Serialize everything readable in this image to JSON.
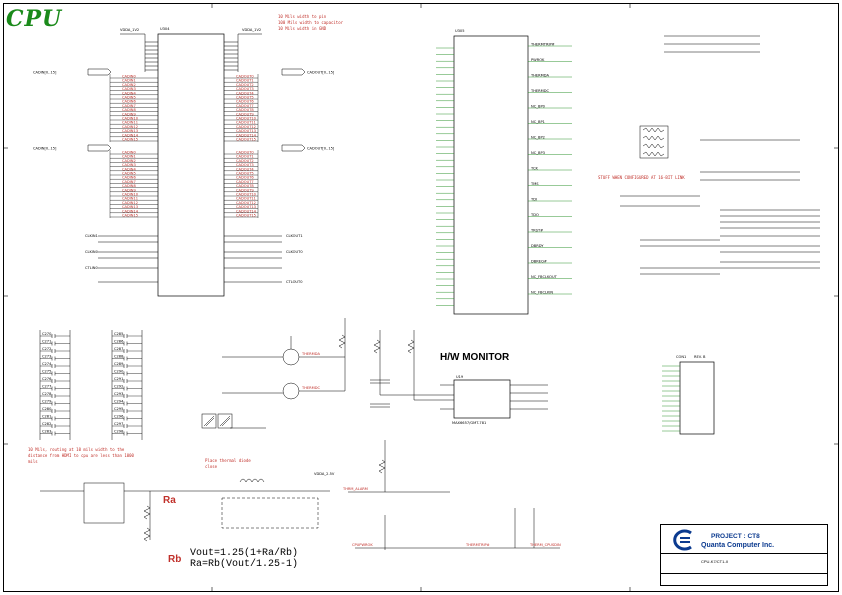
{
  "sheet_title": "CPU",
  "hw_monitor_title": "H/W MONITOR",
  "equations": [
    "Vout=1.25(1+Ra/Rb)",
    "Ra=Rb(Vout/1.25-1)"
  ],
  "resistor_labels": {
    "ra": "Ra",
    "rb": "Rb"
  },
  "title_block": {
    "project": "PROJECT : CT8",
    "company": "Quanta Computer Inc.",
    "sheet_name": "CPU-K7/CT1-II"
  },
  "ic_labels": {
    "cpu_left": "U304",
    "cpu_right": "U305",
    "hw_monitor": "U19",
    "hw_monitor_part": "MAX6657/GMT-781",
    "connector": "CON1",
    "connector_rev": "REV. B"
  },
  "nets": {
    "cadin_hi": "CADIN[0..15]",
    "cadin_lo": "CADIN[0..15]",
    "cadout_hi": "CADOUT[0..15]",
    "cadout_lo": "CADOUT[0..15]",
    "vdda": "VDDA_1V2",
    "vdd_core": "VDDA_2.5V",
    "thermda": "THERMDA",
    "thermdc": "THERMDC",
    "thrm_alarm": "THRM_ALARM",
    "cpupwrok": "CPUPWROK",
    "thermtrip": "THERMTRIP#",
    "thermtrip_cpu": "THERM_CPUSDIN"
  },
  "left_bus_in": [
    "CADIN0",
    "CADIN1",
    "CADIN2",
    "CADIN3",
    "CADIN4",
    "CADIN5",
    "CADIN6",
    "CADIN7",
    "CADIN8",
    "CADIN9",
    "CADIN10",
    "CADIN11",
    "CADIN12",
    "CADIN13",
    "CADIN14",
    "CADIN15"
  ],
  "left_bus_out": [
    "CADOUT0",
    "CADOUT1",
    "CADOUT2",
    "CADOUT3",
    "CADOUT4",
    "CADOUT5",
    "CADOUT6",
    "CADOUT7",
    "CADOUT8",
    "CADOUT9",
    "CADOUT10",
    "CADOUT11",
    "CADOUT12",
    "CADOUT13",
    "CADOUT14",
    "CADOUT15"
  ],
  "clk_signals": [
    "CLKIN1",
    "CLKIN0",
    "CLKOUT1",
    "CLKOUT0",
    "CTLIN0",
    "CTLOUT0"
  ],
  "caps_left_labels": [
    "C270",
    "C271",
    "C272",
    "C273",
    "C274",
    "C275",
    "C276",
    "C277",
    "C278",
    "C279",
    "C280",
    "C281",
    "C282",
    "C283"
  ],
  "caps_right_labels": [
    "C285",
    "C286",
    "C287",
    "C288",
    "C289",
    "C290",
    "C291",
    "C292",
    "C293",
    "C294",
    "C295",
    "C296",
    "C297",
    "C298"
  ],
  "right_pins": [
    "THERMTRIP#",
    "PWROK",
    "THERMDA",
    "THERMDC",
    "NC_BP0",
    "NC_BP1",
    "NC_BP2",
    "NC_BP3",
    "TCK",
    "TMS",
    "TDI",
    "TDO",
    "TRST#",
    "DBRDY",
    "DBREQ#",
    "NC_FBCLKOUT",
    "NC_FBCLKIN"
  ],
  "notes": {
    "top": "10 Mils width to pin\n100 Mils width to capacitor\n10 Mils width in GND",
    "bottom_left": "10 Mils, routing at 10 mils width to the\ndistance from HDMI to cpu are less than 1000\nmils",
    "mid_right": "STUFF WHEN CONFIGURED AT 16-BIT LINK",
    "bottom_mid": "Place thermal diode\nclose"
  }
}
